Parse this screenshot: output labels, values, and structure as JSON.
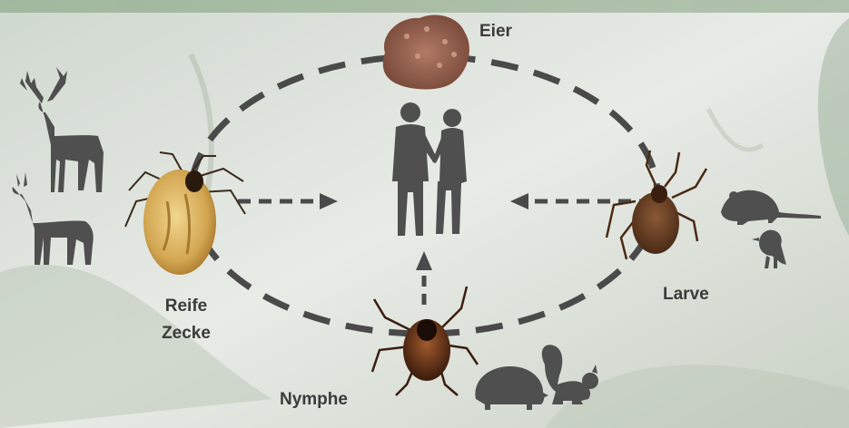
{
  "labels": {
    "eggs": "Eier",
    "larva": "Larve",
    "nymph": "Nymphe",
    "adult_line1": "Reife",
    "adult_line2": "Zecke"
  },
  "colors": {
    "silhouette": "#4f4f4f",
    "cycle_dash": "#4a4a4a",
    "label_text": "#3b3b3b",
    "tick_body": "#d8b058",
    "nymph_body": "#5a2a14",
    "egg_mass": "#8e5a4a"
  },
  "icons": [
    "deer-icon",
    "roe-deer-icon",
    "mouse-icon",
    "bird-icon",
    "hedgehog-icon",
    "squirrel-icon",
    "human-couple-icon"
  ]
}
